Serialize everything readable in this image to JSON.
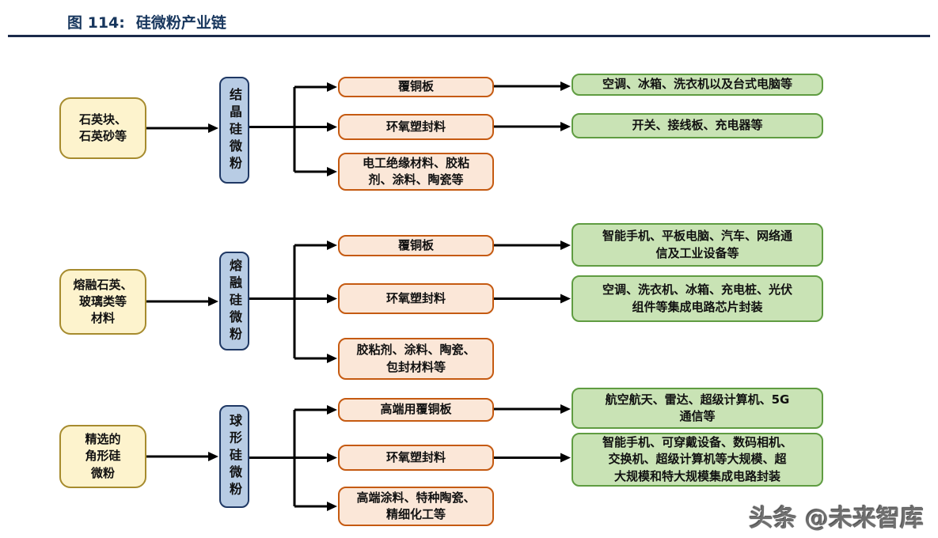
{
  "header": {
    "figure_label": "图 114:",
    "figure_title": "硅微粉产业链"
  },
  "watermark": "头条 @未来智库",
  "colors": {
    "title_text": "#17365d",
    "rule": "#1b2a4a",
    "source_fill": "#fdf3cd",
    "source_border": "#a68b2e",
    "powder_fill": "#b8cce4",
    "powder_border": "#1f3864",
    "application_fill": "#fbe7d8",
    "application_border": "#c55a11",
    "end_use_fill": "#c9e3b5",
    "end_use_border": "#5f9c41",
    "arrow": "#000000"
  },
  "chains": [
    {
      "source": "石英块、\n石英砂等",
      "powder": "结晶硅微粉",
      "applications": [
        "覆铜板",
        "环氧塑封料",
        "电工绝缘材料、胶粘\n剂、涂料、陶瓷等"
      ],
      "end_uses": [
        "空调、冰箱、洗衣机以及台式电脑等",
        "开关、接线板、充电器等"
      ]
    },
    {
      "source": "熔融石英、\n玻璃类等\n材料",
      "powder": "熔融硅微粉",
      "applications": [
        "覆铜板",
        "环氧塑封料",
        "胶粘剂、涂料、陶瓷、\n包封材料等"
      ],
      "end_uses": [
        "智能手机、平板电脑、汽车、网络通\n信及工业设备等",
        "空调、洗衣机、冰箱、充电桩、光伏\n组件等集成电路芯片封装"
      ]
    },
    {
      "source": "精选的\n角形硅\n微粉",
      "powder": "球形硅微粉",
      "applications": [
        "高端用覆铜板",
        "环氧塑封料",
        "高端涂料、特种陶瓷、\n精细化工等"
      ],
      "end_uses": [
        "航空航天、雷达、超级计算机、5G\n通信等",
        "智能手机、可穿戴设备、数码相机、\n交换机、超级计算机等大规模、超\n大规模和特大规模集成电路封装"
      ]
    }
  ]
}
